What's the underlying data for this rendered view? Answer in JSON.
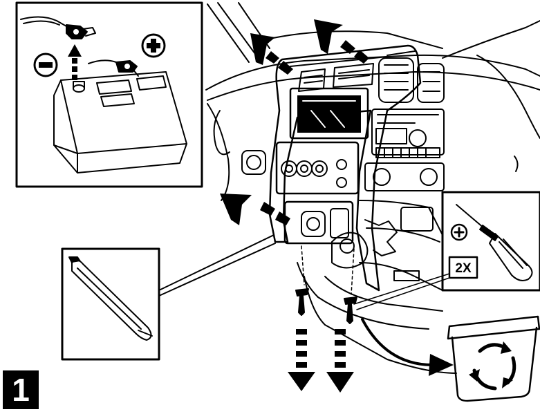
{
  "step": {
    "number": "1"
  },
  "battery_inset": {
    "negative_terminal_icon": "minus-circle",
    "positive_terminal_icon": "plus-circle"
  },
  "tool_inset": {
    "screwdriver_type_icon": "phillips-plus-circle",
    "quantity_label": "2X"
  },
  "recycle_bin": {
    "icon": "recycle-arrows"
  },
  "colors": {
    "ink": "#000000",
    "paper": "#ffffff"
  }
}
